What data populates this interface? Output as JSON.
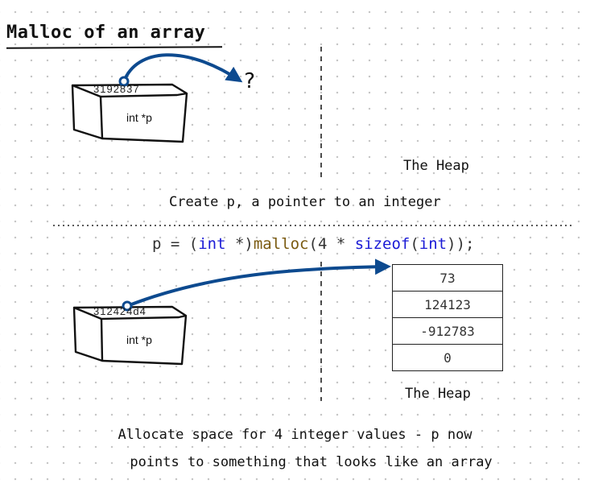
{
  "title": "Malloc of an array",
  "top_panel": {
    "box_address": "3192837",
    "box_label": "int *p",
    "question_mark": "?",
    "heap_label": "The Heap",
    "caption": "Create p, a pointer to an integer"
  },
  "code": {
    "p": "p = (",
    "int1": "int",
    "star": " *)",
    "malloc": "malloc",
    "open": "(4 * ",
    "sizeof": "sizeof",
    "open2": "(",
    "int2": "int",
    "close": "));"
  },
  "bottom_panel": {
    "box_address": "312424d4",
    "box_label": "int *p",
    "heap_values": [
      "73",
      "124123",
      "-912783",
      "0"
    ],
    "heap_label": "The Heap",
    "caption_line1": "Allocate space for 4 integer values - p now",
    "caption_line2": "points to something that looks like an array"
  },
  "colors": {
    "pointer_arrow": "#0d4a8f",
    "keyword": "#1a1ad6",
    "function": "#7a5a10"
  }
}
